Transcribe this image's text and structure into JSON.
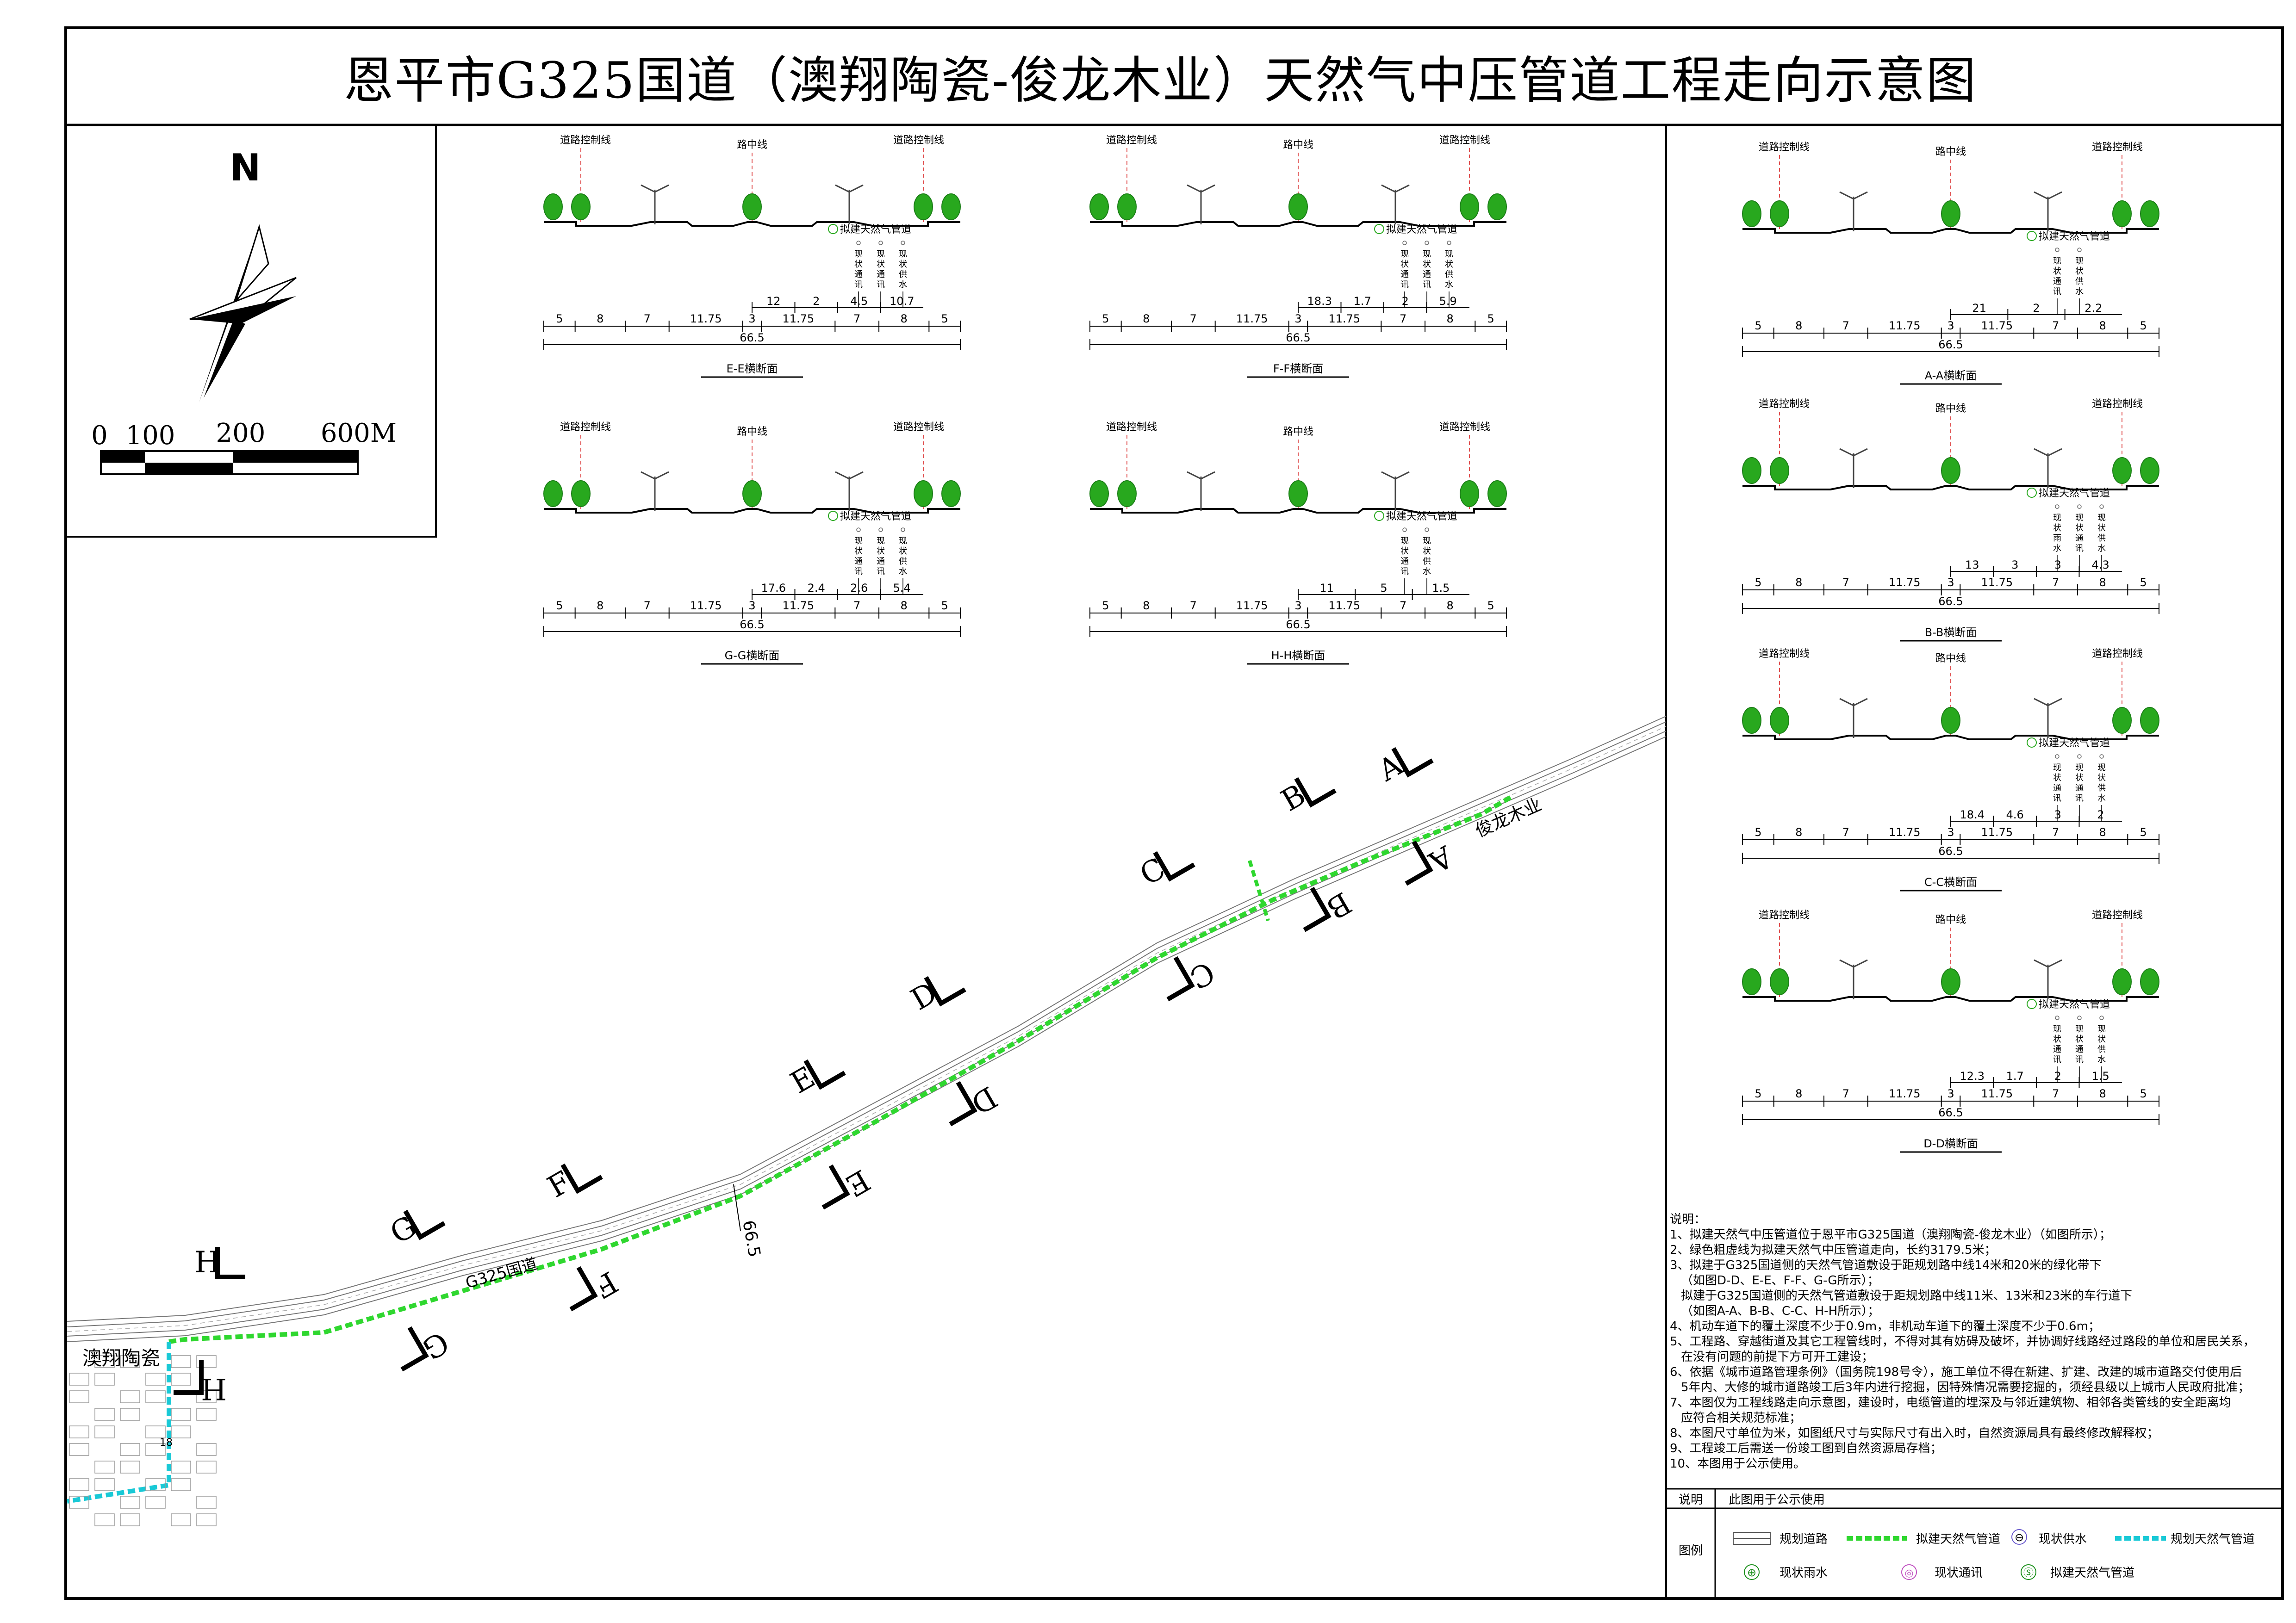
{
  "title": "恩平市G325国道（澳翔陶瓷-俊龙木业）天然气中压管道工程走向示意图",
  "north": "N",
  "scale_bar": {
    "labels": [
      "0",
      "100",
      "200",
      "600M"
    ]
  },
  "sections": [
    {
      "id": "E",
      "caption": "E-E横断面",
      "left_label": "道路控制线",
      "center_label": "路中线",
      "right_label": "道路控制线",
      "pipe_label": "拟建天然气管道",
      "utilities": [
        "现状通讯",
        "现状通讯",
        "现状供水"
      ],
      "dims_top": [
        "12",
        "2",
        "4.5",
        "10.7"
      ],
      "dims_bottom": [
        "5",
        "8",
        "7",
        "11.75",
        "3",
        "11.75",
        "7",
        "8",
        "5"
      ],
      "total": "66.5"
    },
    {
      "id": "F",
      "caption": "F-F横断面",
      "left_label": "道路控制线",
      "center_label": "路中线",
      "right_label": "道路控制线",
      "pipe_label": "拟建天然气管道",
      "utilities": [
        "现状通讯",
        "现状通讯",
        "现状供水"
      ],
      "dims_top": [
        "18.3",
        "1.7",
        "2",
        "5.9"
      ],
      "dims_bottom": [
        "5",
        "8",
        "7",
        "11.75",
        "3",
        "11.75",
        "7",
        "8",
        "5"
      ],
      "total": "66.5"
    },
    {
      "id": "A",
      "caption": "A-A横断面",
      "left_label": "道路控制线",
      "center_label": "路中线",
      "right_label": "道路控制线",
      "pipe_label": "拟建天然气管道",
      "utilities": [
        "现状通讯",
        "现状供水"
      ],
      "dims_top": [
        "21",
        "2",
        "2.2"
      ],
      "dims_bottom": [
        "5",
        "8",
        "7",
        "11.75",
        "3",
        "11.75",
        "7",
        "8",
        "5"
      ],
      "total": "66.5"
    },
    {
      "id": "G",
      "caption": "G-G横断面",
      "left_label": "道路控制线",
      "center_label": "路中线",
      "right_label": "道路控制线",
      "pipe_label": "拟建天然气管道",
      "utilities": [
        "现状通讯",
        "现状通讯",
        "现状供水"
      ],
      "dims_top": [
        "17.6",
        "2.4",
        "2.6",
        "5.4"
      ],
      "dims_bottom": [
        "5",
        "8",
        "7",
        "11.75",
        "3",
        "11.75",
        "7",
        "8",
        "5"
      ],
      "total": "66.5"
    },
    {
      "id": "H",
      "caption": "H-H横断面",
      "left_label": "道路控制线",
      "center_label": "路中线",
      "right_label": "道路控制线",
      "pipe_label": "拟建天然气管道",
      "utilities": [
        "现状通讯",
        "现状供水"
      ],
      "dims_top": [
        "11",
        "5",
        "1.5"
      ],
      "dims_bottom": [
        "5",
        "8",
        "7",
        "11.75",
        "3",
        "11.75",
        "7",
        "8",
        "5"
      ],
      "total": "66.5"
    },
    {
      "id": "B",
      "caption": "B-B横断面",
      "left_label": "道路控制线",
      "center_label": "路中线",
      "right_label": "道路控制线",
      "pipe_label": "拟建天然气管道",
      "utilities": [
        "现状雨水",
        "现状通讯",
        "现状供水"
      ],
      "dims_top": [
        "13",
        "3",
        "3",
        "4.3"
      ],
      "dims_bottom": [
        "5",
        "8",
        "7",
        "11.75",
        "3",
        "11.75",
        "7",
        "8",
        "5"
      ],
      "total": "66.5"
    },
    {
      "id": "C",
      "caption": "C-C横断面",
      "left_label": "道路控制线",
      "center_label": "路中线",
      "right_label": "道路控制线",
      "pipe_label": "拟建天然气管道",
      "utilities": [
        "现状通讯",
        "现状通讯",
        "现状供水"
      ],
      "dims_top": [
        "18.4",
        "4.6",
        "3",
        "2"
      ],
      "dims_bottom": [
        "5",
        "8",
        "7",
        "11.75",
        "3",
        "11.75",
        "7",
        "8",
        "5"
      ],
      "total": "66.5"
    },
    {
      "id": "D",
      "caption": "D-D横断面",
      "left_label": "道路控制线",
      "center_label": "路中线",
      "right_label": "道路控制线",
      "pipe_label": "拟建天然气管道",
      "utilities": [
        "现状通讯",
        "现状通讯",
        "现状供水"
      ],
      "dims_top": [
        "12.3",
        "1.7",
        "2",
        "1.5"
      ],
      "dims_bottom": [
        "5",
        "8",
        "7",
        "11.75",
        "3",
        "11.75",
        "7",
        "8",
        "5"
      ],
      "total": "66.5"
    }
  ],
  "map": {
    "road_label": "G325国道",
    "start_label": "澳翔陶瓷",
    "end_label": "俊龙木业",
    "width_label": "66.5",
    "side_dim": "18",
    "markers": [
      "A",
      "A",
      "B",
      "B",
      "C",
      "C",
      "D",
      "D",
      "E",
      "E",
      "F",
      "F",
      "G",
      "G",
      "H",
      "H"
    ]
  },
  "notes": {
    "heading": "说明：",
    "items": [
      "1、拟建天然气中压管道位于恩平市G325国道（澳翔陶瓷-俊龙木业）（如图所示）；",
      "2、绿色粗虚线为拟建天然气中压管道走向，长约3179.5米；",
      "3、拟建于G325国道侧的天然气管道敷设于距规划路中线14米和20米的绿化带下",
      "（如图D-D、E-E、F-F、G-G所示）；",
      "拟建于G325国道侧的天然气管道敷设于距规划路中线11米、13米和23米的车行道下",
      "（如图A-A、B-B、C-C、H-H所示）；",
      "4、机动车道下的覆土深度不少于0.9m，非机动车道下的覆土深度不少于0.6m；",
      "5、工程路、穿越街道及其它工程管线时，不得对其有妨碍及破坏，并协调好线路经过路段的单位和居民关系，",
      "在没有问题的前提下方可开工建设；",
      "6、依据《城市道路管理条例》（国务院198号令），施工单位不得在新建、扩建、改建的城市道路交付使用后",
      "5年内、大修的城市道路竣工后3年内进行挖掘，因特殊情况需要挖掘的，须经县级以上城市人民政府批准；",
      "7、本图仅为工程线路走向示意图，建设时，电缆管道的埋深及与邻近建筑物、相邻各类管线的安全距离均",
      "应符合相关规范标准；",
      "8、本图尺寸单位为米，如图纸尺寸与实际尺寸有出入时，自然资源局具有最终修改解释权；",
      "9、工程竣工后需送一份竣工图到自然资源局存档；",
      "10、本图用于公示使用。"
    ]
  },
  "legend": {
    "remark_label": "说明",
    "remark_value": "此图用于公示使用",
    "legend_label": "图例",
    "items": [
      "规划道路",
      "拟建天然气管道",
      "现状供水",
      "规划天然气管道",
      "现状雨水",
      "现状通讯",
      "拟建天然气管道"
    ],
    "symbols": [
      "⊖",
      "⊕",
      "◎",
      "Ⓢ"
    ]
  },
  "colors": {
    "pipe_green": "#2fd72f",
    "existing_cyan": "#19c9d6",
    "tree_green": "#28a81e",
    "tree_dark": "#1c7f18",
    "centerline_red": "#e05050"
  }
}
